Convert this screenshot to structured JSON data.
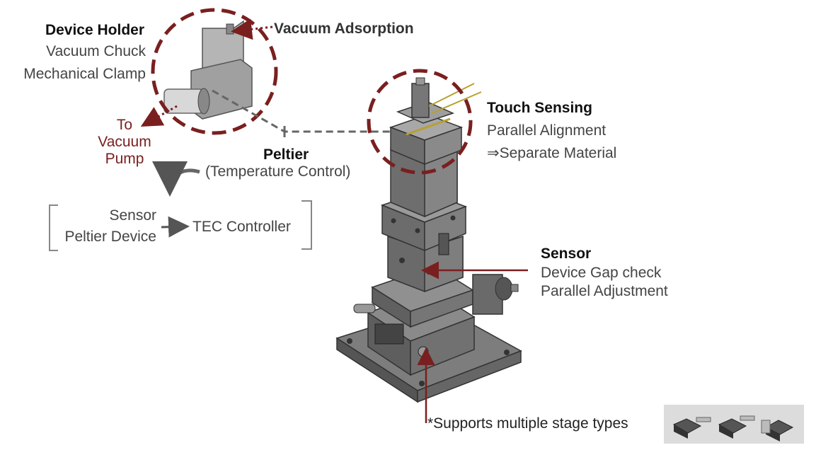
{
  "device_holder": {
    "title": "Device Holder",
    "line1": "Vacuum Chuck",
    "line2": "Mechanical Clamp"
  },
  "vacuum_adsorption": "Vacuum Adsorption",
  "vacuum_pump": [
    "To",
    "Vacuum",
    "Pump"
  ],
  "peltier": {
    "title": "Peltier",
    "subtitle": "(Temperature Control)"
  },
  "tec_box": {
    "sensor": "Sensor",
    "peltier_device": "Peltier Device",
    "controller": "TEC Controller"
  },
  "touch_sensing": {
    "title": "Touch Sensing",
    "line1": "Parallel Alignment",
    "line2": "⇒Separate Material"
  },
  "sensor": {
    "title": "Sensor",
    "line1": "Device Gap check",
    "line2": "Parallel Adjustment"
  },
  "footer": "*Supports multiple stage types",
  "colors": {
    "accent_red": "#7a1f1f",
    "machine_gray": "#6b6b6b",
    "dashed_gray": "#666666"
  }
}
